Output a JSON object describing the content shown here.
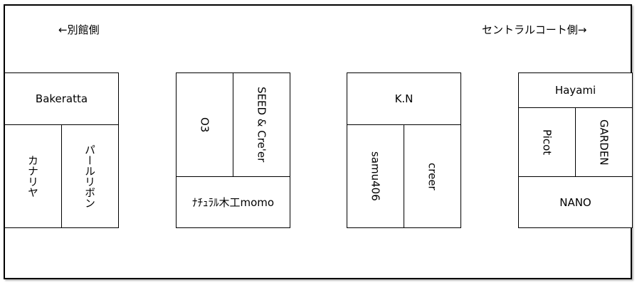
{
  "labels": {
    "left_direction": "←別館側",
    "right_direction": "セントラルコート側→"
  },
  "booths": {
    "bakeratta": "Bakeratta",
    "kanariya": "カナリヤ",
    "pearl_ribbon": "パールリボン",
    "o3": "O3",
    "seed_creer": "SEED & Cre'er",
    "natural_mokko_momo": "ﾅﾁｭﾗﾙ木工momo",
    "kn": "K.N",
    "samu406": "samu406",
    "creer": "creer",
    "hayami": "Hayami",
    "picot": "Picot",
    "garden": "GARDEN",
    "nano": "NANO"
  }
}
